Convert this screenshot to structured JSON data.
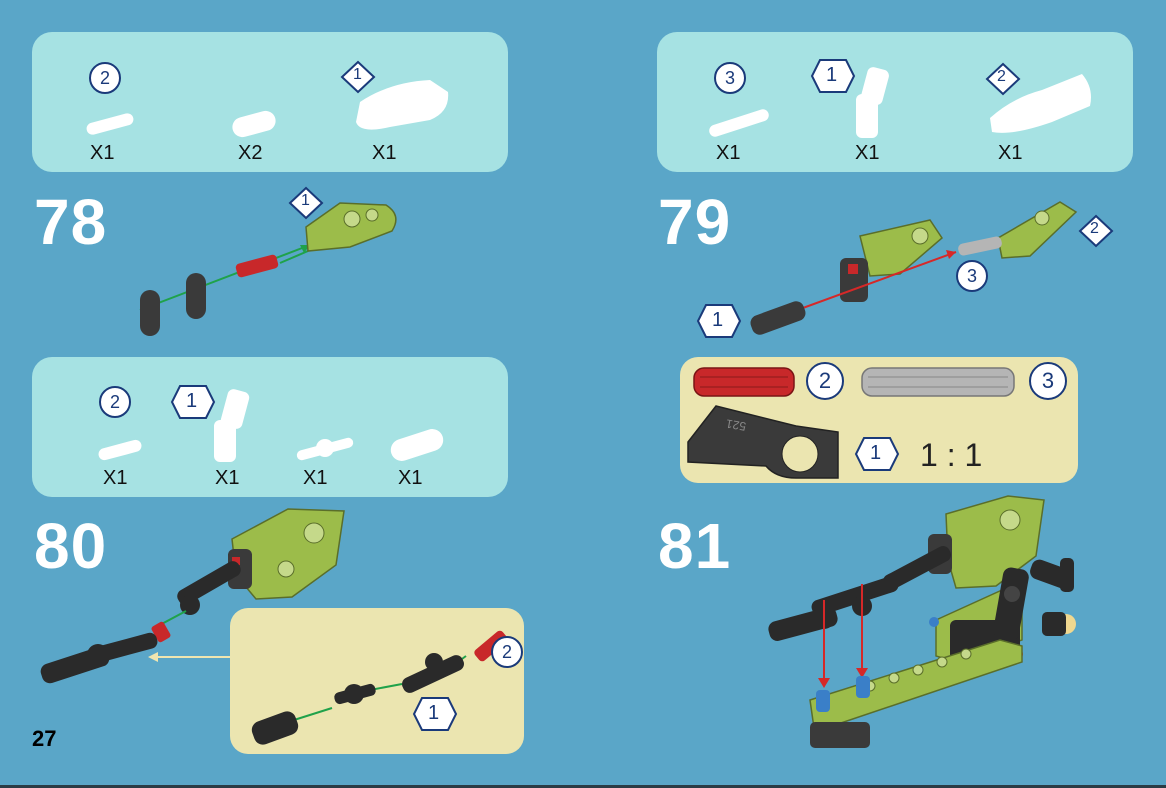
{
  "page_number": "27",
  "steps": {
    "s78": "78",
    "s79": "79",
    "s80": "80",
    "s81": "81"
  },
  "parts_78": {
    "labels": [
      "2",
      "1"
    ],
    "qty": [
      "X1",
      "X2",
      "X1"
    ]
  },
  "parts_79": {
    "labels": [
      "3",
      "1",
      "2"
    ],
    "qty": [
      "X1",
      "X1",
      "X1"
    ]
  },
  "parts_80": {
    "labels": [
      "2",
      "1"
    ],
    "qty": [
      "X1",
      "X1",
      "X1",
      "X1"
    ]
  },
  "callout_78": {
    "label": "1"
  },
  "callout_79": {
    "labels": [
      "2",
      "3",
      "1"
    ]
  },
  "legend_79": {
    "labels": [
      "2",
      "3",
      "1"
    ],
    "ratio": "1 : 1",
    "beam_text": "521"
  },
  "callout_80": {
    "labels": [
      "2",
      "1"
    ]
  },
  "colors": {
    "background": "#5aa6c8",
    "parts_panel": "#a6e2e3",
    "legend_panel": "#ebe5b0",
    "lime": "#9cbc4a",
    "dark_part": "#3a3a3a",
    "red_part": "#c8282a",
    "grey_part": "#b5b5b5",
    "blue_pin": "#3a7fc8",
    "arrow_green": "#1fa24a",
    "arrow_red": "#d62828",
    "label_blue": "#1a3a7a"
  }
}
